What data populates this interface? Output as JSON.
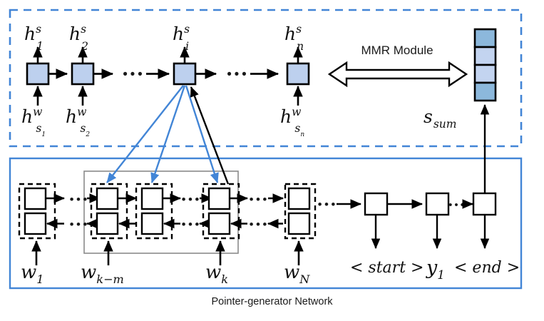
{
  "figure": {
    "caption": "Pointer-generator Network",
    "colors": {
      "encoder_cell_fill": "#bdd0ee",
      "vector_cell_dark": "#8cb8dc",
      "vector_cell_light": "#c3d4f0",
      "dashed_container_border": "#4285d6",
      "solid_container_border": "#4285d6",
      "attention_arrow": "#4285d6",
      "context_arrow": "#000000",
      "inner_group_border": "#8a8a8a",
      "stroke": "#000000"
    }
  },
  "top_module": {
    "name": "sentence-encoder",
    "border_style": "dashed",
    "mmr_label": "MMR Module",
    "summary_label": "s",
    "summary_label_sub": "sum",
    "cells": [
      {
        "out_base": "h",
        "out_sup": "s",
        "out_sub": "1",
        "in_base": "h",
        "in_sup": "w",
        "in_sub": "s",
        "in_sub2": "1"
      },
      {
        "out_base": "h",
        "out_sup": "s",
        "out_sub": "2",
        "in_base": "h",
        "in_sup": "w",
        "in_sub": "s",
        "in_sub2": "2"
      },
      {
        "out_base": "h",
        "out_sup": "s",
        "out_sub": "i",
        "in_base": "",
        "in_sup": "",
        "in_sub": "",
        "in_sub2": ""
      },
      {
        "out_base": "h",
        "out_sup": "s",
        "out_sub": "n",
        "in_base": "h",
        "in_sup": "w",
        "in_sub": "s",
        "in_sub2": "n"
      }
    ],
    "ellipsis": "• • •",
    "summary_vector_cells": [
      "dark",
      "light",
      "light",
      "dark"
    ]
  },
  "bottom_module": {
    "name": "pointer-generator-network",
    "border_style": "solid",
    "encoder_inputs": [
      {
        "base": "w",
        "sub": "1"
      },
      {
        "base": "w",
        "sub": "k−m"
      },
      {
        "base": "w",
        "sub": "k"
      },
      {
        "base": "w",
        "sub": "N"
      }
    ],
    "decoder_labels": [
      {
        "text": "< start >",
        "style": "italic-gray"
      },
      {
        "base": "y",
        "sub": "1",
        "style": "math"
      },
      {
        "text": "< end >",
        "style": "italic-gray"
      }
    ],
    "ellipsis": "• • •"
  }
}
